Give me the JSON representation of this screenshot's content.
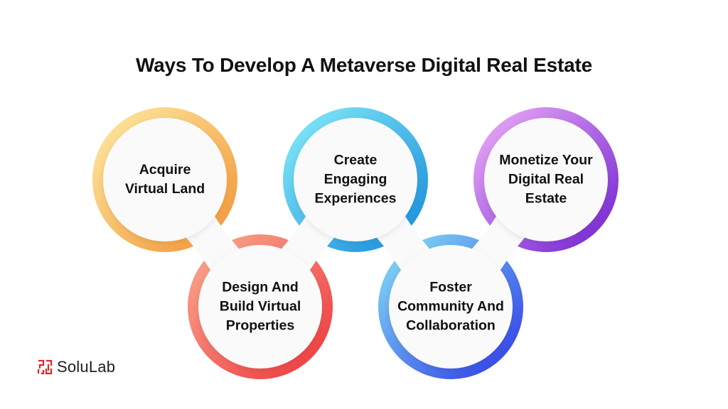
{
  "title": "Ways To Develop A Metaverse Digital Real Estate",
  "steps": [
    {
      "label": "Acquire Virtual Land",
      "lines": [
        "Acquire",
        "Virtual Land"
      ],
      "colors": [
        "#FCE49A",
        "#F39A3D"
      ]
    },
    {
      "label": "Design And Build Virtual Properties",
      "lines": [
        "Design And",
        "Build Virtual",
        "Properties"
      ],
      "colors": [
        "#F9A38A",
        "#EE3F43"
      ]
    },
    {
      "label": "Create Engaging Experiences",
      "lines": [
        "Create",
        "Engaging",
        "Experiences"
      ],
      "colors": [
        "#7DE4F7",
        "#1E92DC"
      ]
    },
    {
      "label": "Foster Community And Collaboration",
      "lines": [
        "Foster",
        "Community And",
        "Collaboration"
      ],
      "colors": [
        "#7FD5F5",
        "#3445E8"
      ]
    },
    {
      "label": "Monetize Your Digital Real Estate",
      "lines": [
        "Monetize Your",
        "Digital Real",
        "Estate"
      ],
      "colors": [
        "#E3A3F4",
        "#7A2BD3"
      ]
    }
  ],
  "logo": {
    "text": "SoluLab",
    "color": "#E0262B"
  },
  "colors": {
    "background": "#FFFFFF",
    "inner_fill": "#FAFAFA",
    "text": "#111111"
  }
}
